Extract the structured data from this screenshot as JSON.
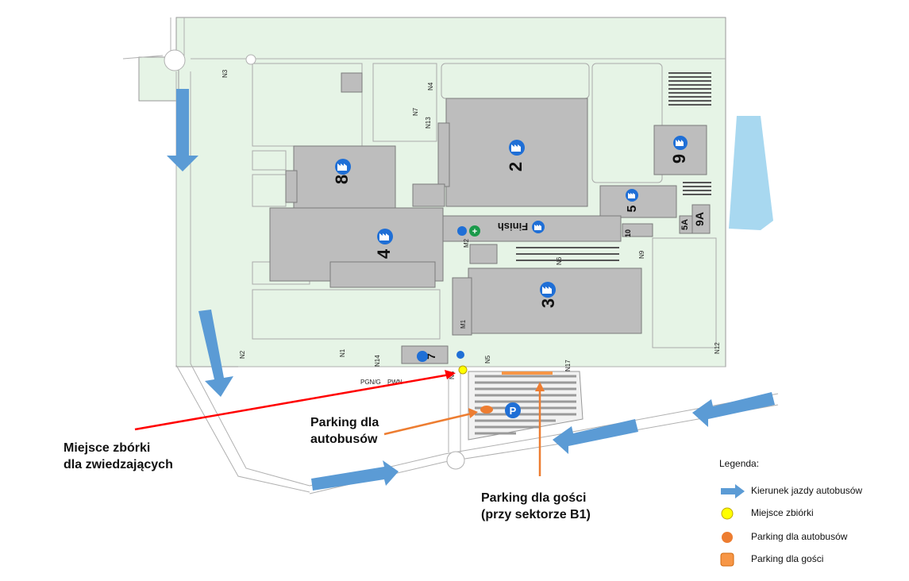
{
  "buildings": {
    "b8": "8",
    "b2": "2",
    "b9": "9",
    "b5": "5",
    "b5a": "5A",
    "b9a": "9A",
    "b4": "4",
    "b3": "3",
    "b7": "7",
    "b10": "10",
    "finish": "Finish"
  },
  "gate_labels": {
    "n1": "N1",
    "n2": "N2",
    "n3": "N3",
    "n4": "N4",
    "n5": "N5",
    "n7": "N7",
    "n9": "N9",
    "n12": "N12",
    "n13": "N13",
    "n14": "N14",
    "n17": "N17",
    "m1": "M1",
    "m2": "M2",
    "n6": "N6",
    "n8": "N8",
    "pgn": "PGN/G",
    "pwn": "PWN"
  },
  "callouts": {
    "assembly_point": [
      "Miejsce zbórki",
      "dla zwiedzających"
    ],
    "bus_parking": [
      "Parking dla",
      "autobusów"
    ],
    "guest_parking": [
      "Parking dla gości",
      "(przy sektorze B1)"
    ]
  },
  "legend": {
    "title": "Legenda:",
    "items": [
      {
        "icon": "blue-arrow-icon",
        "label": "Kierunek jazdy autobusów"
      },
      {
        "icon": "yellow-dot-icon",
        "label": "Miejsce zbiórki"
      },
      {
        "icon": "orange-dot-icon",
        "label": "Parking dla autobusów"
      },
      {
        "icon": "orange-square-icon",
        "label": "Parking dla gości"
      }
    ]
  },
  "colors": {
    "grass": "#e6f4e6",
    "building": "#bdbdbd",
    "road_arrow": "#5b9bd5",
    "pond": "#a8d8f0",
    "callout_red": "#ff0000",
    "callout_orange": "#ed7d31",
    "assembly_yellow": "#ffff00",
    "guest_parking_orange": "#f79646"
  }
}
